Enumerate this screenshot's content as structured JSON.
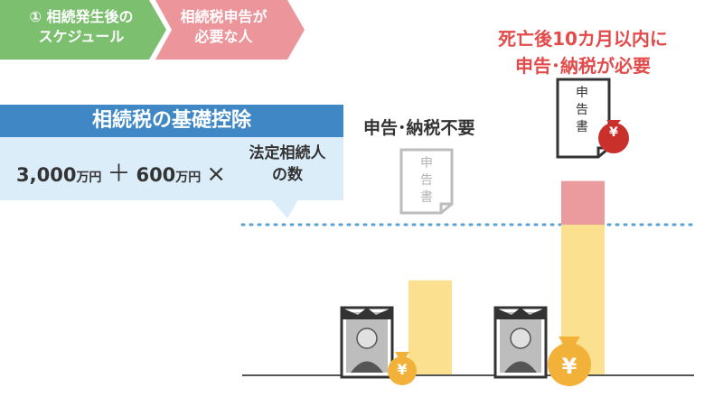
{
  "steps": [
    {
      "label_line1": "① 相続発生後の",
      "label_line2": "スケジュール",
      "color": "#7cbf6e"
    },
    {
      "label_line1": "相続税申告が",
      "label_line2": "必要な人",
      "color": "#ec959b"
    }
  ],
  "basic_deduction": {
    "title": "相続税の基礎控除",
    "amount1": "3,000",
    "unit1": "万円",
    "plus": "＋",
    "amount2": "600",
    "unit2": "万円",
    "times": "×",
    "heirs_line1": "法定相続人",
    "heirs_line2": "の数",
    "title_bg": "#3f88c5",
    "body_bg": "#dcedfa"
  },
  "cases": {
    "no_filing": {
      "label": "申告･納税不要",
      "document_chars": [
        "申",
        "告",
        "書"
      ],
      "level_of_threshold": 0.63
    },
    "filing": {
      "label_line1": "死亡後10カ月以内に",
      "label_line2": "申告･納税が必要",
      "document_chars": [
        "申",
        "告",
        "書"
      ],
      "level_of_threshold": 1.29
    }
  },
  "yen_symbol": "¥",
  "colors": {
    "bar_yellow": "#fbe08f",
    "bar_red": "#eb9a9e",
    "threshold_line": "#5aa2d0",
    "baseline": "#555555",
    "money_bag": "#f2b23a",
    "red_bag": "#c9302c",
    "deadline_text": "#e34b4b"
  }
}
